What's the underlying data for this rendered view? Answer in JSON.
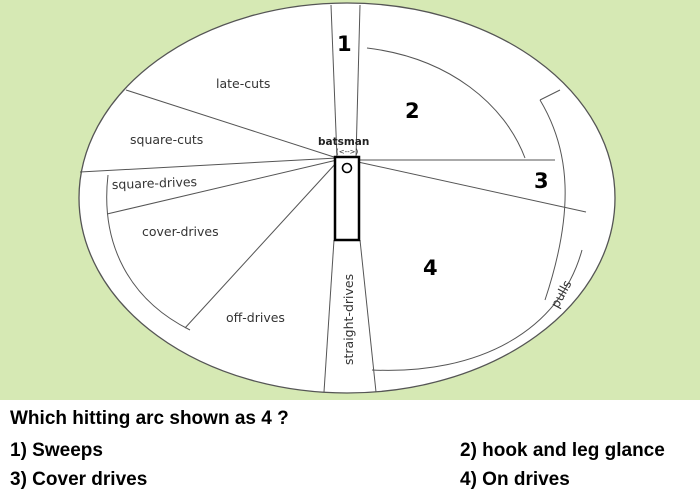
{
  "diagram": {
    "background_color": "#d6e9b4",
    "region_labels": {
      "late_cuts": "late-cuts",
      "square_cuts": "square-cuts",
      "square_drives": "square-drives",
      "cover_drives": "cover-drives",
      "off_drives": "off-drives",
      "straight_drives": "straight-drives",
      "pulls": "pulls",
      "batsman": "batsman",
      "batsman_sub": "(<-->)"
    },
    "numbers": [
      "1",
      "2",
      "3",
      "4"
    ]
  },
  "quiz": {
    "question": "Which hitting arc shown as 4 ?",
    "options": [
      "1) Sweeps",
      "2) hook and leg glance",
      "3) Cover drives",
      "4) On drives"
    ]
  }
}
